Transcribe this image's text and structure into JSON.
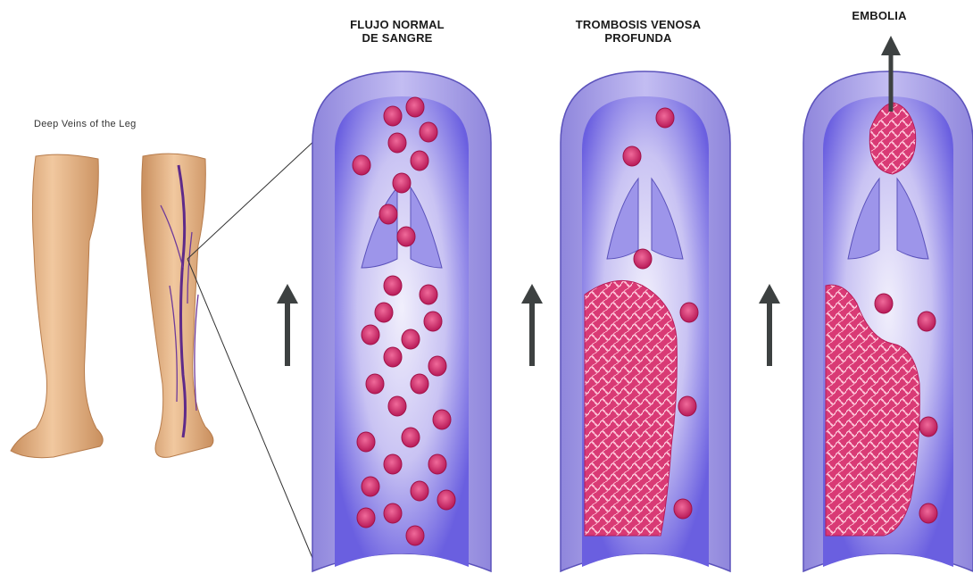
{
  "legs": {
    "title": "Deep Veins of the Leg"
  },
  "panels": [
    {
      "id": "normal",
      "title_line1": "FLUJO NORMAL",
      "title_line2": "DE SANGRE"
    },
    {
      "id": "dvt",
      "title_line1": "TROMBOSIS VENOSA",
      "title_line2": "PROFUNDA"
    },
    {
      "id": "embolism",
      "title_line1": "EMBOLIA",
      "title_line2": ""
    }
  ],
  "colors": {
    "vessel_wall": "#a9a3e6",
    "vessel_wall_dark": "#6c64c9",
    "lumen_light": "#dcd8f7",
    "lumen_deep": "#5a4fd6",
    "blood_cell": "#d62a6e",
    "clot": "#e0457e",
    "skin": "#e8b98a",
    "arrow": "#3d4141"
  }
}
